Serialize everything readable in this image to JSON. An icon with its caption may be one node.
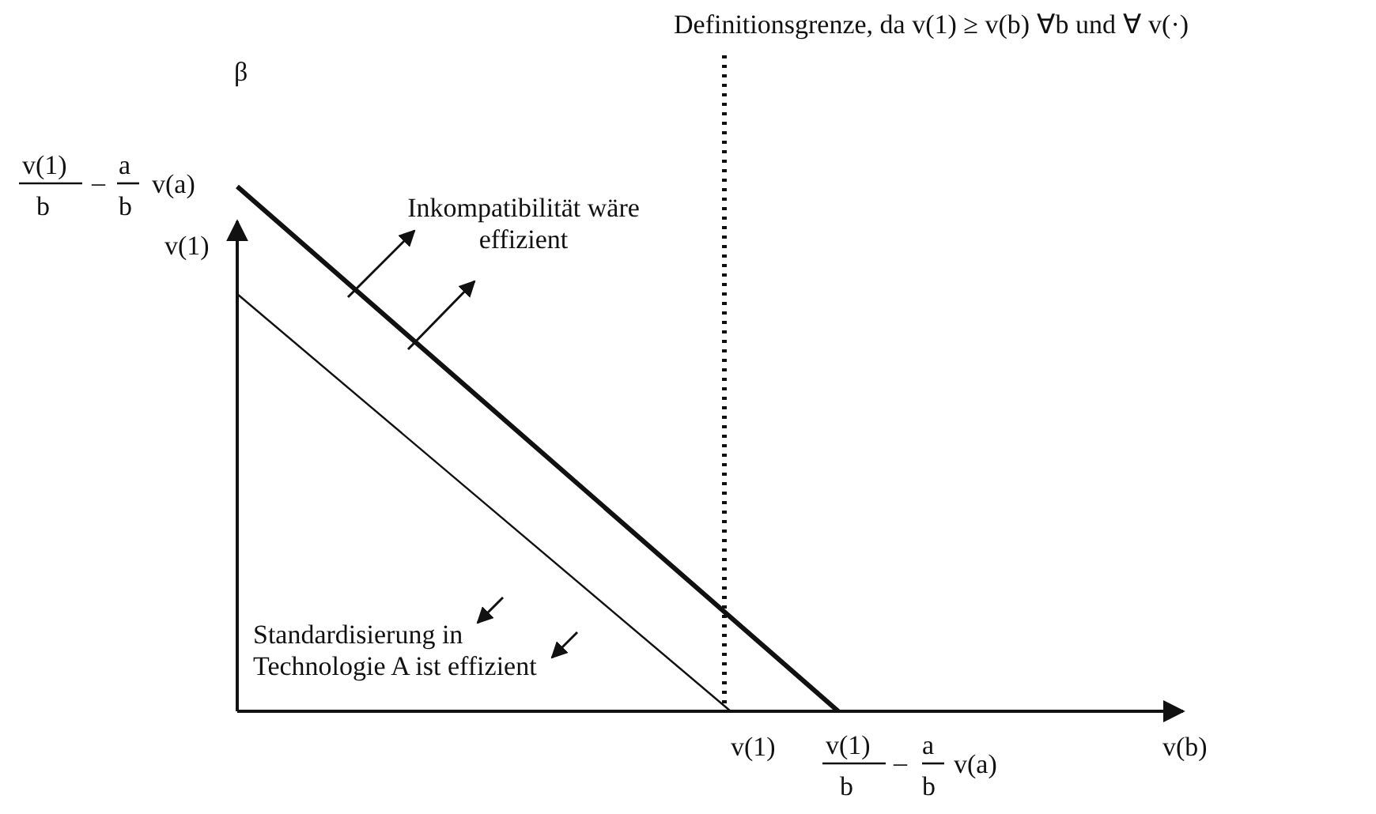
{
  "diagram": {
    "labels": [
      "Definitionsgrenze, da v(1) ≥ v(b) ∀b und ∀ v(·)",
      "β",
      "v(1)",
      "b",
      "–",
      "a",
      "b",
      "v(a)",
      "v(1)",
      "Inkompatibilität wäre effizient",
      "Standardisierung in Technologie A ist effizient",
      "v(1)",
      "v(1)",
      "b",
      "–",
      "a",
      "b",
      "v(a)",
      "v(b)"
    ]
  }
}
